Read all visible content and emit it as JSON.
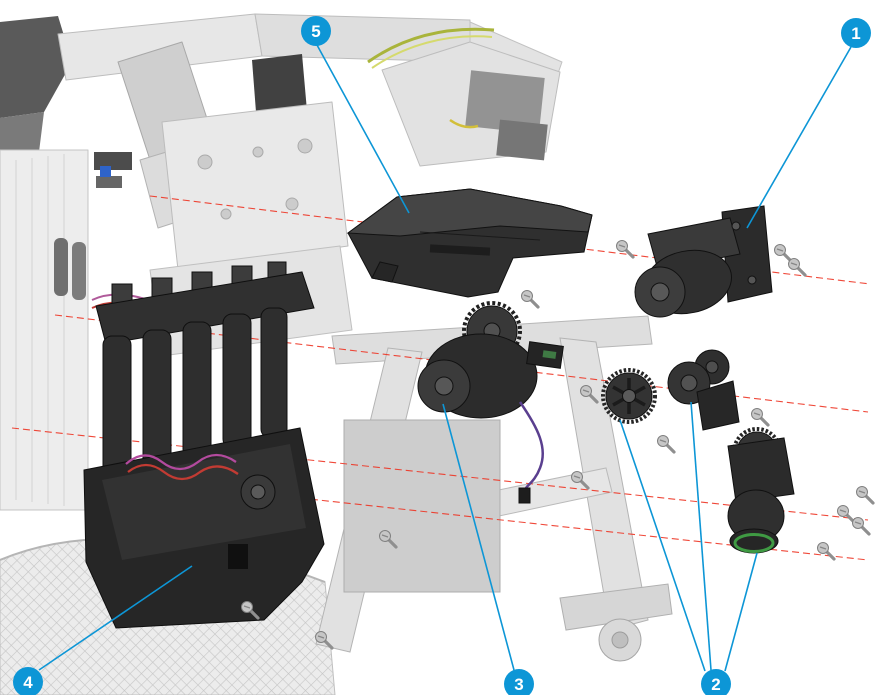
{
  "figure": {
    "type": "exploded-view-diagram",
    "description": "Exploded view of motor, gear and service-station assemblies on a printer chassis",
    "callouts": [
      {
        "label": "1"
      },
      {
        "label": "2"
      },
      {
        "label": "3"
      },
      {
        "label": "4"
      },
      {
        "label": "5"
      }
    ],
    "colors": {
      "callout_fill": "#0d96d6",
      "callout_text": "#ffffff",
      "leader_line": "#0d96d6",
      "axis_line": "#ee3524"
    }
  }
}
